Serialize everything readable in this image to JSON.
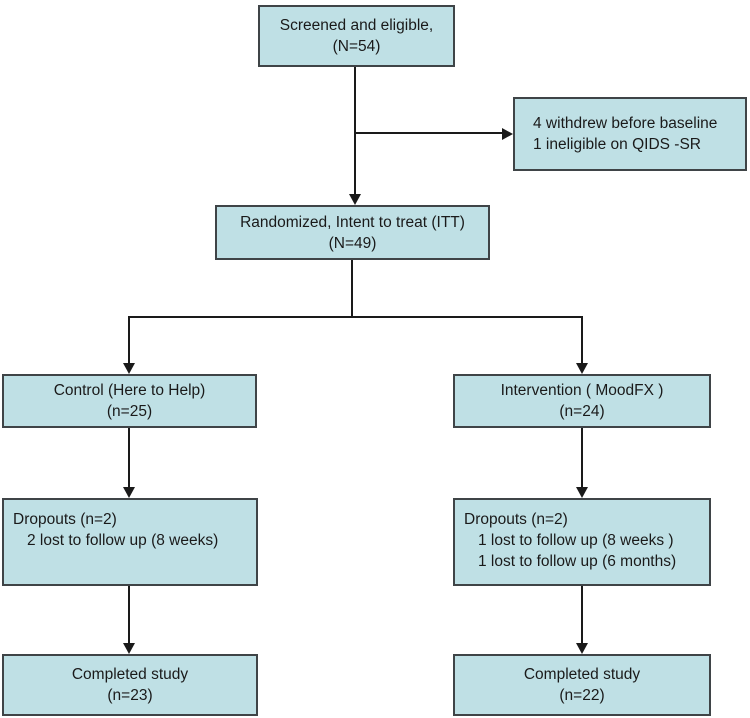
{
  "diagram": {
    "type": "consort-flowchart",
    "colors": {
      "box_fill": "#bfe0e5",
      "box_border": "#3f4447",
      "line": "#1a1a1a",
      "text": "#1a1a1a"
    },
    "nodes": {
      "screened": {
        "lines": [
          "Screened and eligible,",
          "(N=54)"
        ]
      },
      "withdrew": {
        "lines": [
          "4 withdrew before baseline",
          "1 ineligible on QIDS -SR"
        ]
      },
      "randomized": {
        "lines": [
          "Randomized, Intent to treat (ITT)",
          "(N=49)"
        ]
      },
      "control": {
        "lines": [
          "Control (Here to Help)",
          "(n=25)"
        ]
      },
      "intervention": {
        "lines": [
          "Intervention ( MoodFX )",
          "(n=24)"
        ]
      },
      "dropouts_control": {
        "lines": [
          "Dropouts (n=2)",
          "2 lost to follow up (8 weeks)"
        ]
      },
      "dropouts_intervention": {
        "lines": [
          "Dropouts (n=2)",
          "1 lost to follow up (8 weeks )",
          "1 lost to follow up (6 months)"
        ]
      },
      "completed_control": {
        "lines": [
          "Completed study",
          "(n=23)"
        ]
      },
      "completed_intervention": {
        "lines": [
          "Completed study",
          "(n=22)"
        ]
      }
    }
  }
}
